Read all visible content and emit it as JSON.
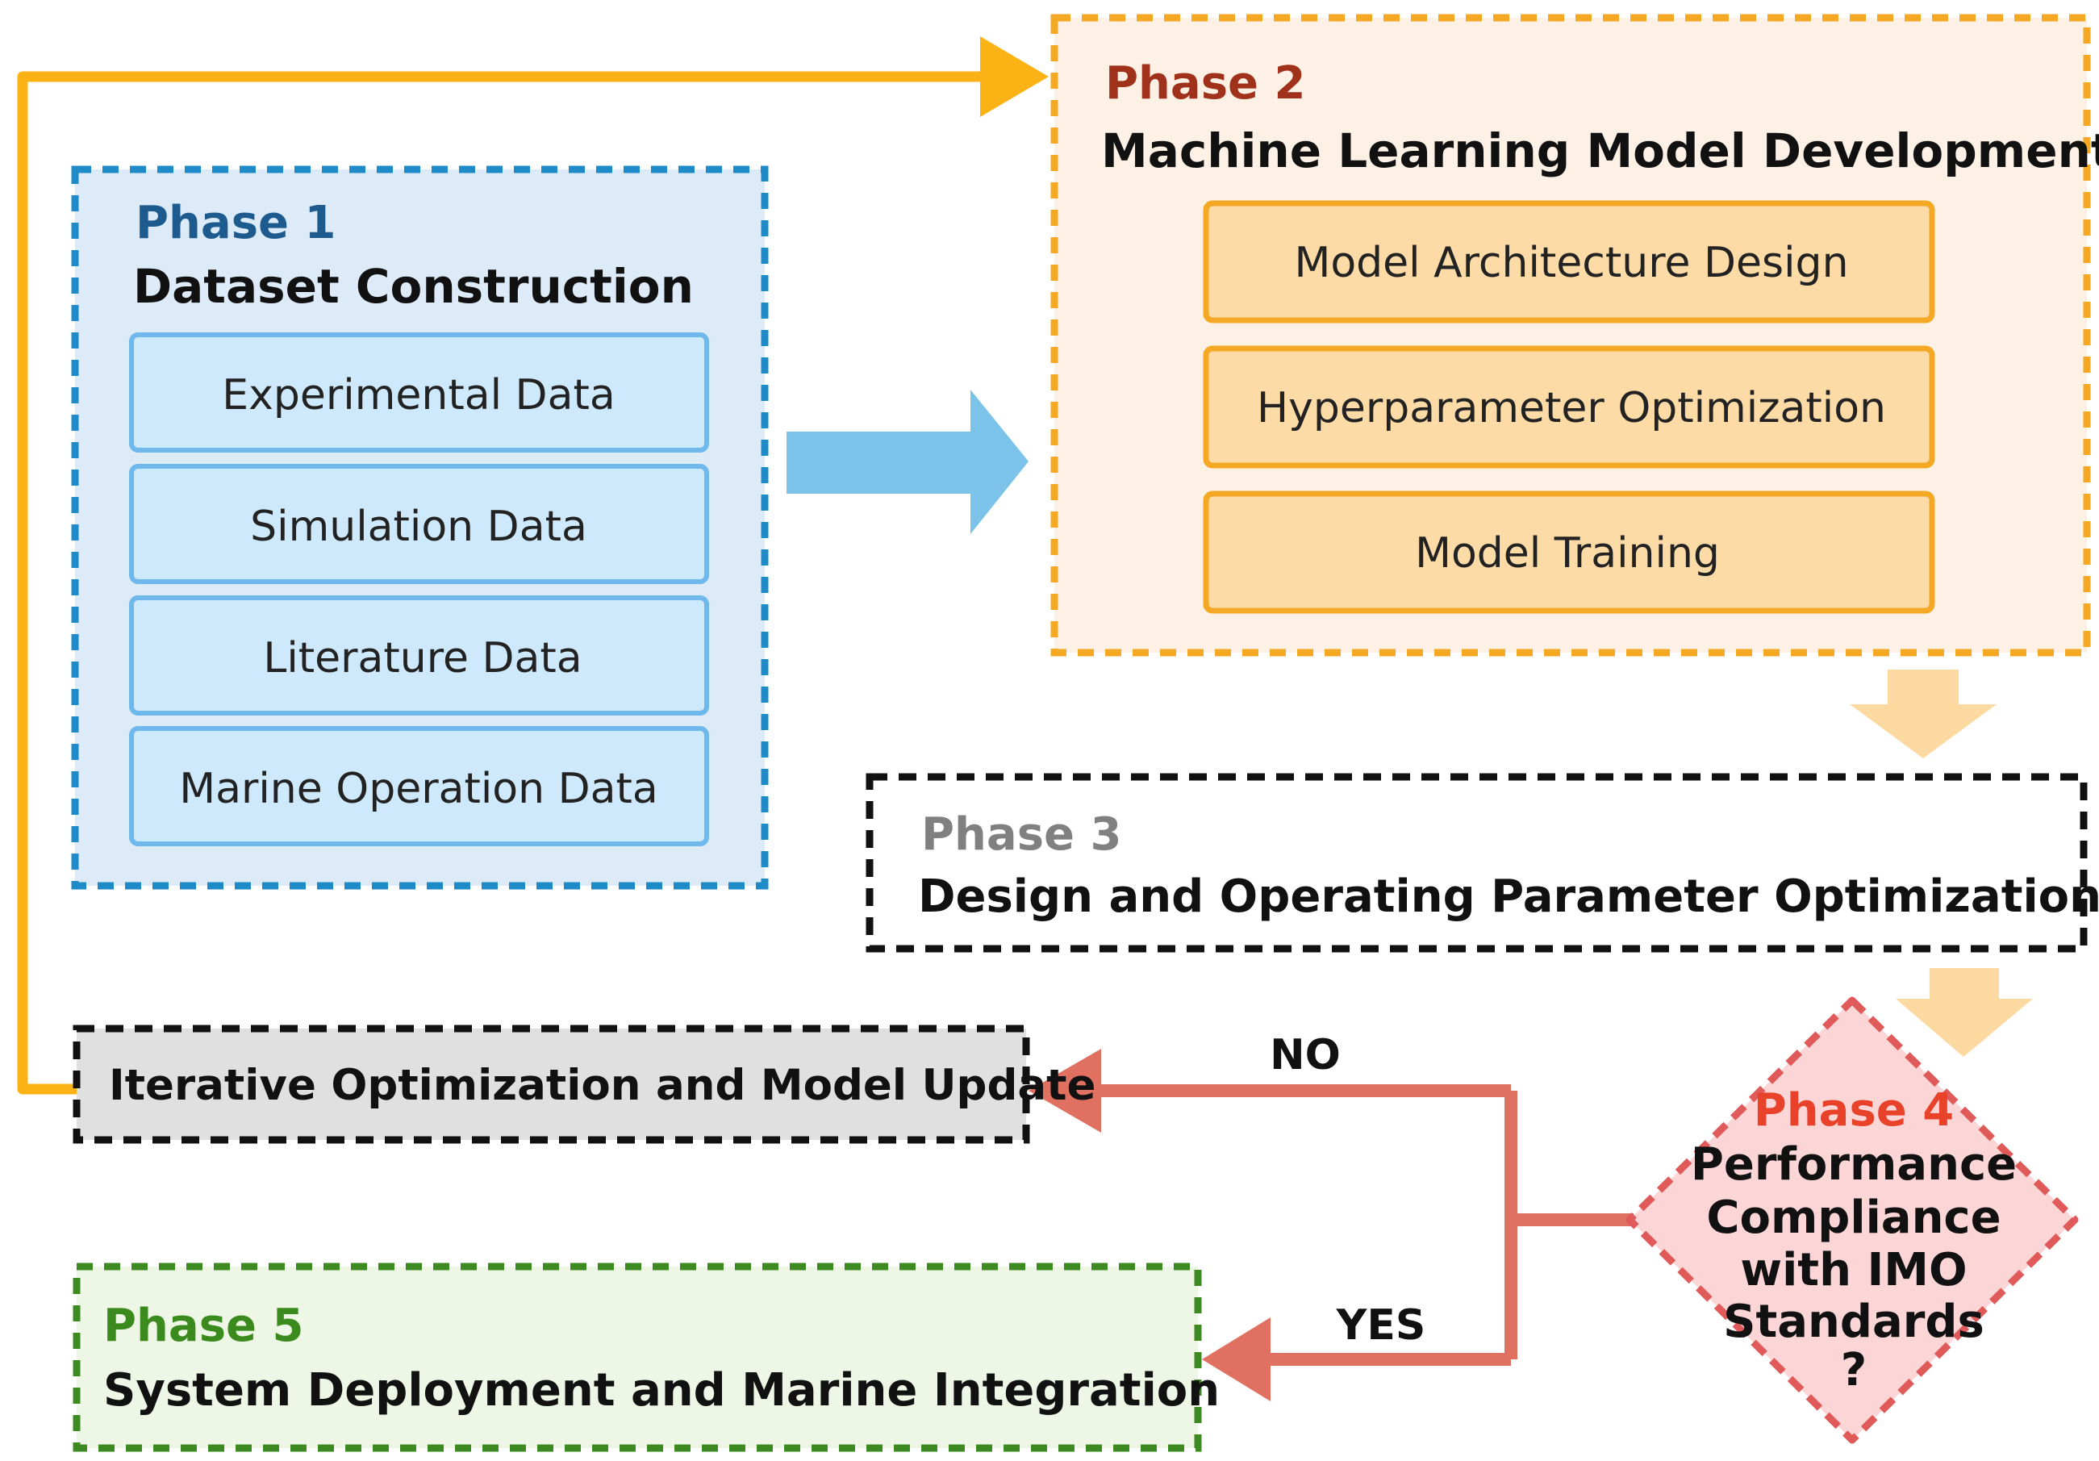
{
  "phase1": {
    "phase_label": "Phase 1",
    "title": "Dataset Construction",
    "items": [
      "Experimental Data",
      "Simulation Data",
      "Literature Data",
      "Marine Operation Data"
    ]
  },
  "phase2": {
    "phase_label": "Phase 2",
    "title": "Machine Learning Model Development",
    "items": [
      "Model Architecture Design",
      "Hyperparameter Optimization",
      "Model Training"
    ]
  },
  "phase3": {
    "phase_label": "Phase 3",
    "title": "Design and Operating Parameter Optimization"
  },
  "phase4": {
    "phase_label": "Phase 4",
    "lines": [
      "Performance",
      "Compliance",
      "with IMO",
      "Standards",
      "?"
    ]
  },
  "phase5": {
    "phase_label": "Phase 5",
    "title": "System Deployment and Marine Integration"
  },
  "iterative": {
    "title": "Iterative Optimization and Model Update"
  },
  "branches": {
    "no_label": "NO",
    "yes_label": "YES"
  },
  "colors": {
    "phase1_accent": "#1d5b8f",
    "phase2_accent": "#a0311a",
    "phase3_accent": "#808080",
    "phase4_accent": "#e8432a",
    "phase5_accent": "#3a8a1e",
    "loop_arrow": "#fbb215",
    "branch_arrow": "#e07060",
    "blue_arrow": "#7cc3ea",
    "down_arrow": "#fcd9a0"
  }
}
